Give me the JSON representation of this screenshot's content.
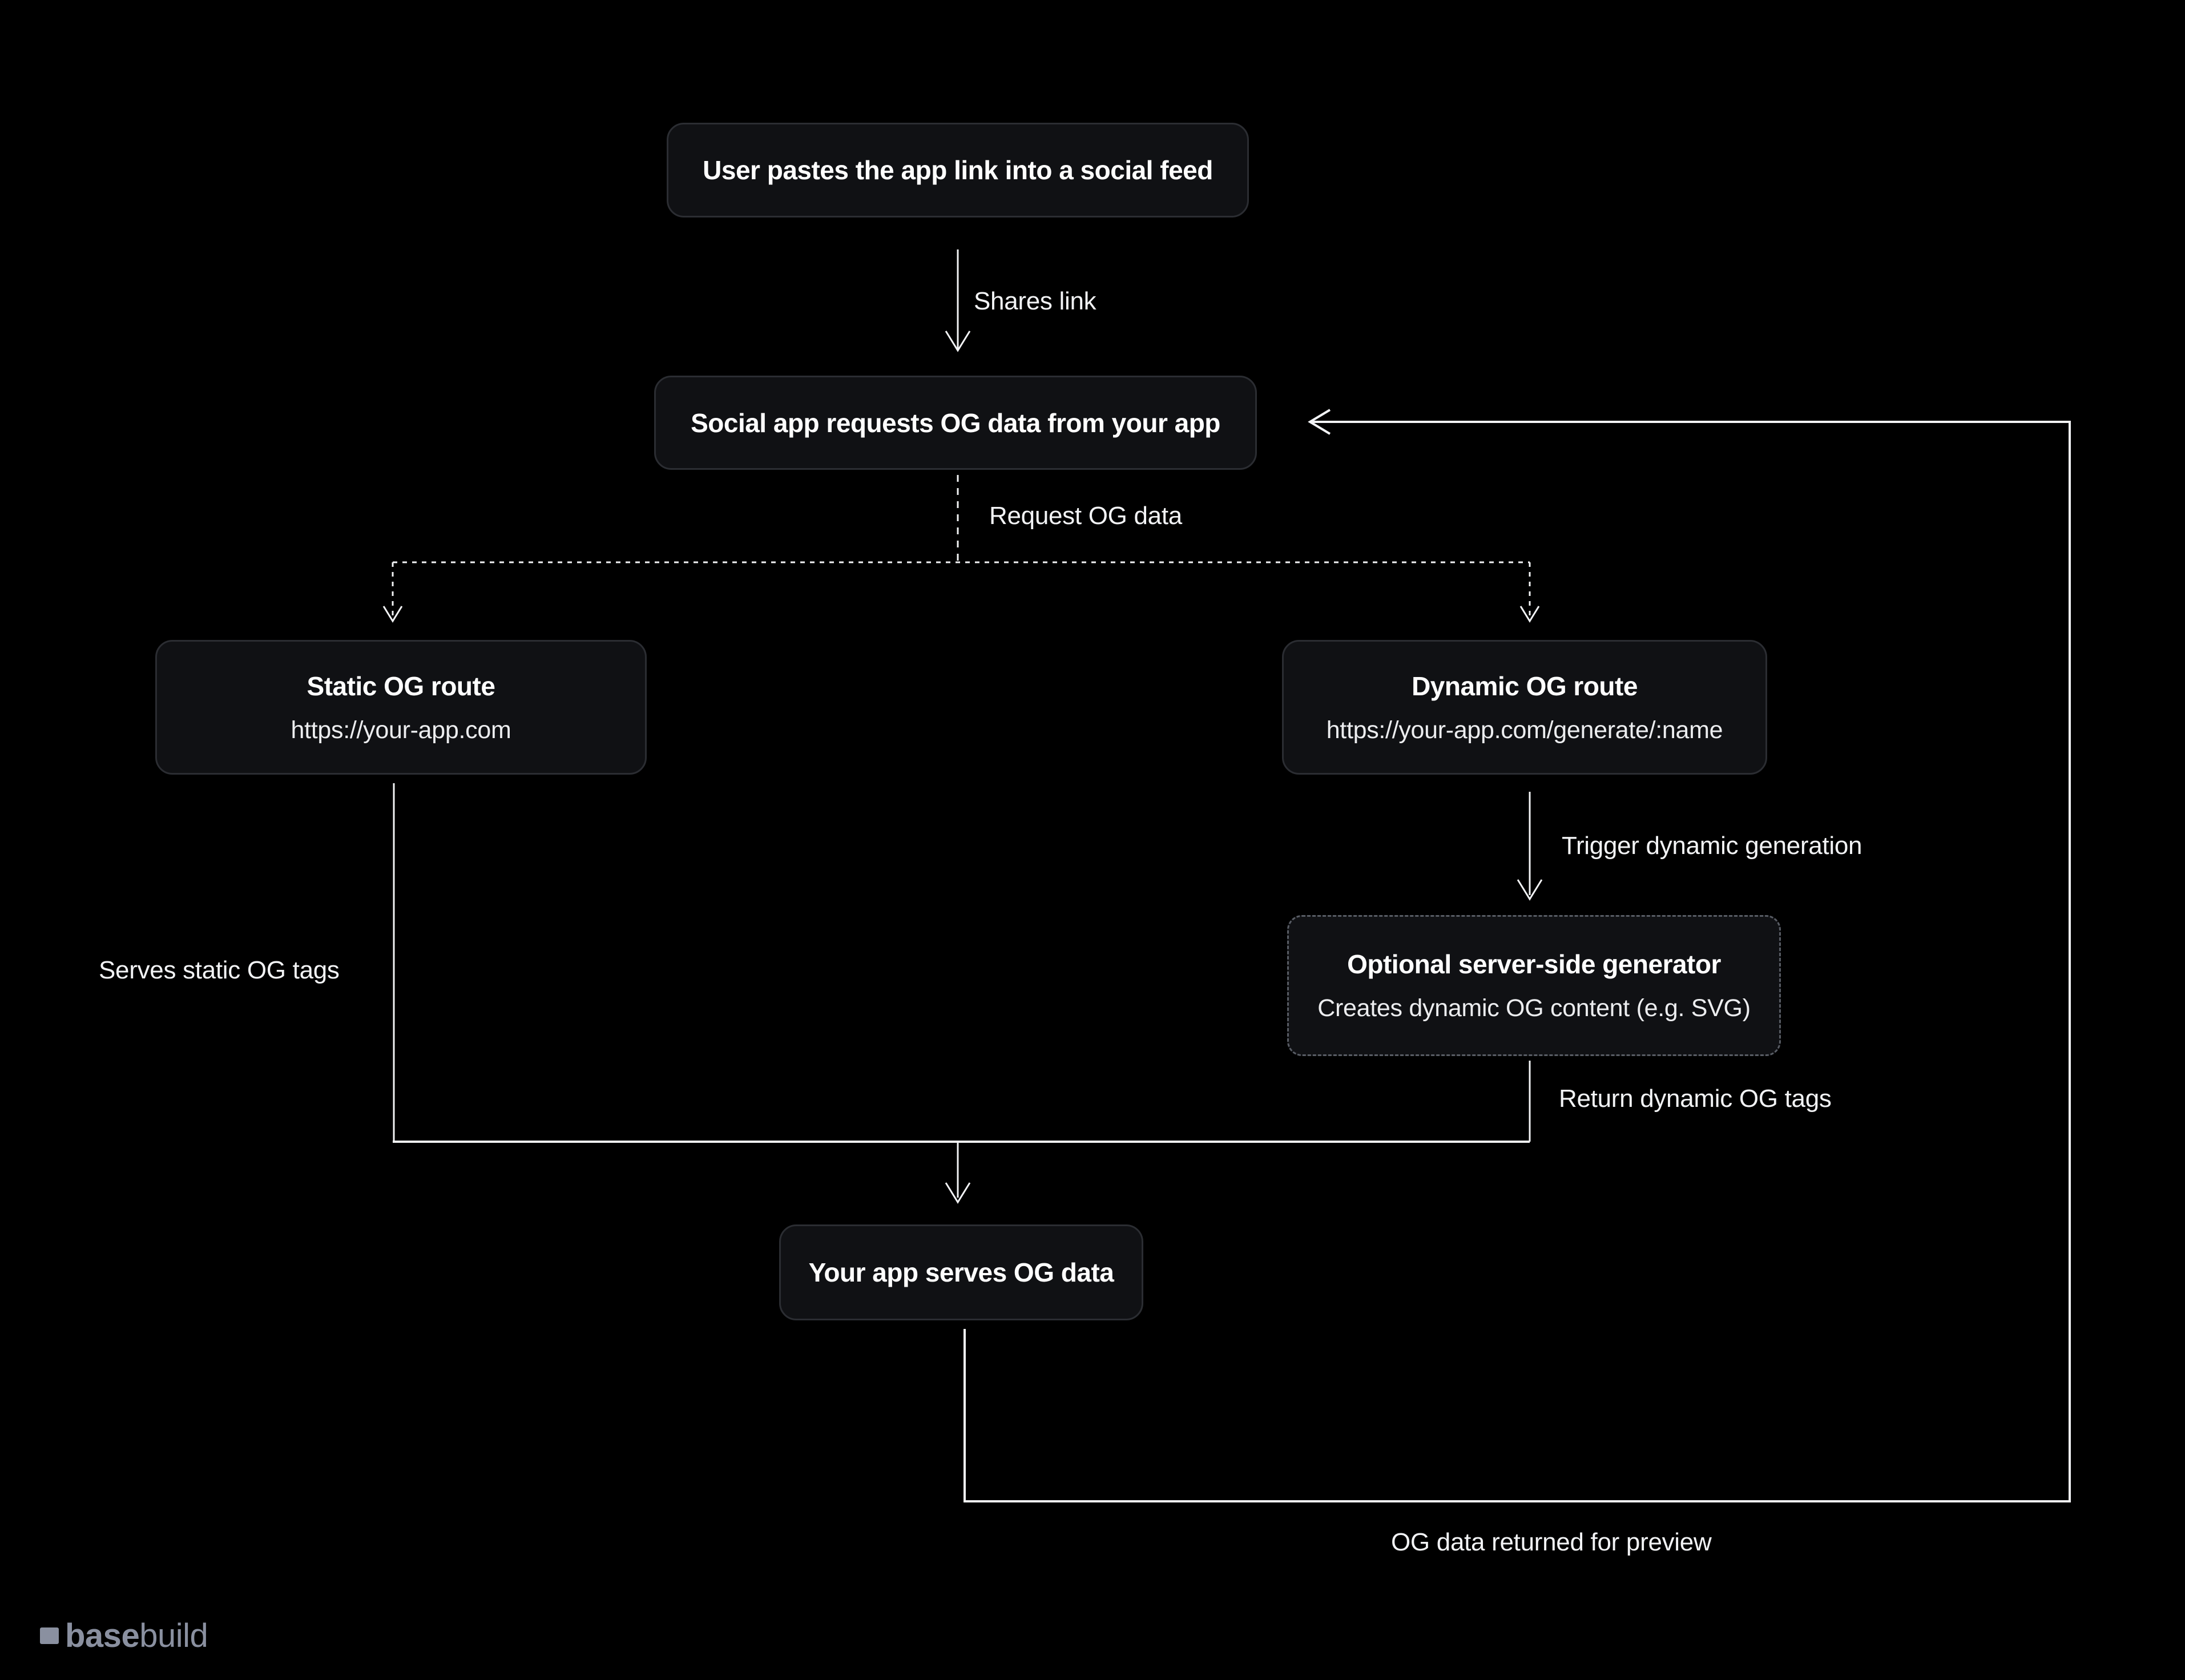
{
  "canvas": {
    "background": "#000000",
    "line_color": "#f2f3f5",
    "box_background": "#101114",
    "box_border": "#2b2d32",
    "dashed_box_border": "#585c64",
    "title_color": "#ffffff",
    "subtitle_color": "#ecedef",
    "label_color": "#f2f3f5",
    "logo_color": "#8a90a0"
  },
  "nodes": {
    "user_paste": {
      "title": "User pastes the app link into a social feed"
    },
    "social_request": {
      "title": "Social app requests OG data from your app"
    },
    "static_route": {
      "title": "Static OG route",
      "subtitle": "https://your-app.com"
    },
    "dynamic_route": {
      "title": "Dynamic OG route",
      "subtitle": "https://your-app.com/generate/:name"
    },
    "generator": {
      "title": "Optional server-side generator",
      "subtitle": "Creates dynamic OG content (e.g. SVG)"
    },
    "serve_og": {
      "title": "Your app serves OG data"
    }
  },
  "edge_labels": {
    "shares_link": "Shares link",
    "request_og_data": "Request OG data",
    "serves_static": "Serves static OG tags",
    "trigger_dynamic": "Trigger dynamic generation",
    "return_dynamic": "Return dynamic OG tags",
    "og_returned": "OG data returned for preview"
  },
  "logo": {
    "brand_bold": "base",
    "brand_light": "build"
  }
}
